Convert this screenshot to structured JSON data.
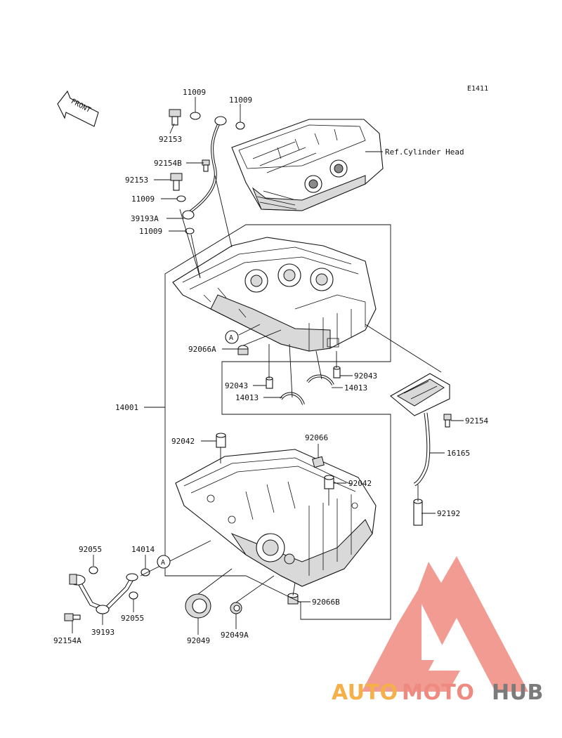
{
  "diagram_code": "E1411",
  "front_label": "FRONT",
  "ref_label": "Ref.Cylinder Head",
  "callouts": {
    "c11009_top_a": "11009",
    "c11009_top_b": "11009",
    "c92153_top": "92153",
    "c92154b": "92154B",
    "c92153_mid": "92153",
    "c11009_mid": "11009",
    "c39193a": "39193A",
    "c11009_low": "11009",
    "ca_upper": "A",
    "c92066a": "92066A",
    "c92043_right": "92043",
    "c14013_right": "14013",
    "c92043_left": "92043",
    "c14013_left": "14013",
    "c14001": "14001",
    "c92042_left": "92042",
    "c92066": "92066",
    "c92042_right": "92042",
    "c92154": "92154",
    "c16165": "16165",
    "c92192": "92192",
    "c92055_top": "92055",
    "c14014": "14014",
    "ca_lower": "A",
    "c92066b": "92066B",
    "c92055_bot": "92055",
    "c39193": "39193",
    "c92154a": "92154A",
    "c92049": "92049",
    "c92049a": "92049A"
  },
  "watermark": {
    "part1": "AUTO",
    "part2": "MOTO",
    "part3": "HUB",
    "color1": "#f5b04a",
    "color2": "#ef8a80",
    "color3": "#7b7b7b",
    "logo_color": "#f08a80"
  }
}
